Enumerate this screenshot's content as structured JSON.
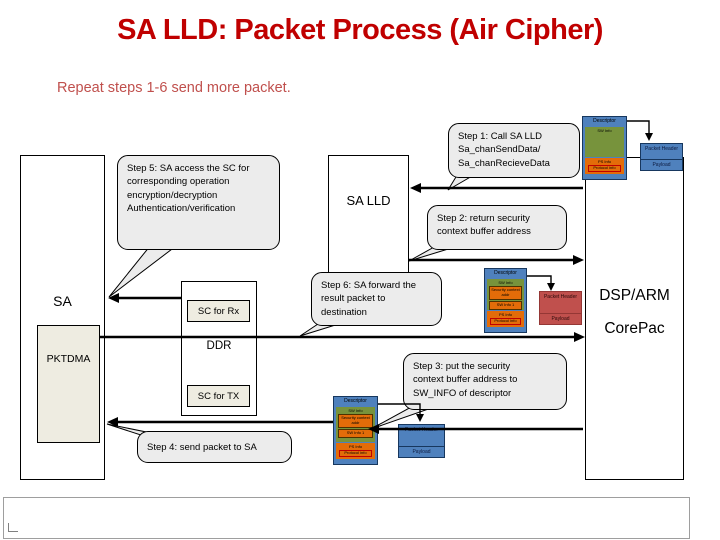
{
  "title": "SA LLD: Packet Process (Air Cipher)",
  "subtitle": "Repeat steps 1-6 send more packet.",
  "callouts": {
    "step1": "Step 1: Call SA LLD\nSa_chanSendData/\nSa_chanRecieveData",
    "step2": "Step 2: return security\ncontext buffer address",
    "step3": "Step 3: put the security\ncontext buffer address to\nSW_INFO of descriptor",
    "step4": "Step 4: send packet to SA",
    "step5": "Step 5: SA access the SC for\ncorresponding operation\nencryption/decryption\nAuthentication/verification",
    "step6": "Step 6: SA forward the\nresult packet to\ndestination"
  },
  "blocks": {
    "sa": "SA",
    "pktdma": "PKTDMA",
    "sa_lld": "SA LLD",
    "ddr": "DDR",
    "sc_rx": "SC for Rx",
    "sc_tx": "SC for TX",
    "dsp_arm": "DSP/ARM",
    "corepac": "CorePac"
  },
  "packet": {
    "header": "Packet Header",
    "payload": "Payload"
  },
  "descriptor": {
    "title": "Descriptor",
    "sw_info": "SW Info",
    "sctx": "Security context\naddr",
    "word1": "SW Info 1",
    "ps_info": "PS Info",
    "proto": "Protocol info"
  },
  "colors": {
    "title_red": "#C00000",
    "subtitle_red": "#C0504D",
    "callout_gray": "#ECECEC",
    "box_beige": "#EEECE1",
    "descriptor_blue": "#4F81BD",
    "descriptor_green": "#77933C",
    "descriptor_orange": "#E36C09",
    "packet_red": "#C0504D"
  }
}
